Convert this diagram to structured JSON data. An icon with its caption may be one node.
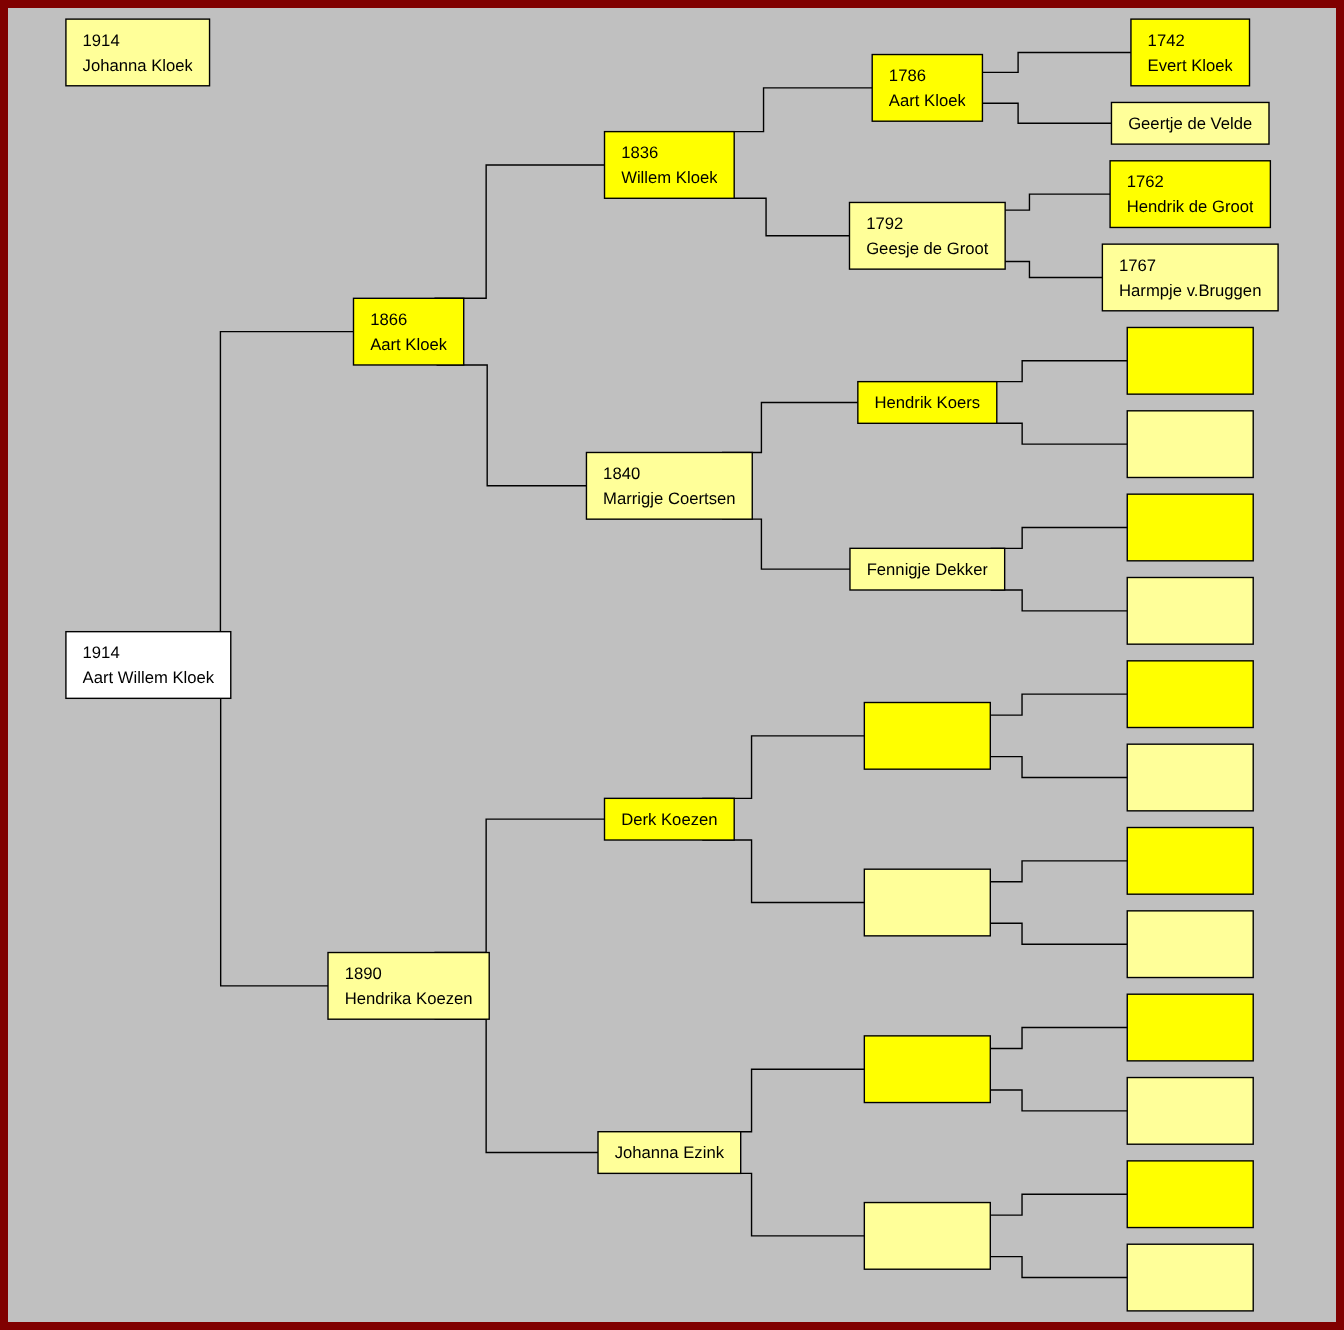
{
  "diagram": {
    "nodes": [
      {
        "text": [
          "1914",
          "Johanna Kloek"
        ]
      },
      {
        "text": [
          "1914",
          "Aart Willem Kloek"
        ]
      },
      {
        "text": [
          "1866",
          "Aart Kloek"
        ]
      },
      {
        "text": [
          "1890",
          "Hendrika Koezen"
        ]
      },
      {
        "text": [
          "1836",
          "Willem Kloek"
        ]
      },
      {
        "text": [
          "1840",
          "Marrigje Coertsen"
        ]
      },
      {
        "text": [
          "Derk Koezen"
        ]
      },
      {
        "text": [
          "Johanna Ezink"
        ]
      },
      {
        "text": [
          "1786",
          "Aart Kloek"
        ]
      },
      {
        "text": [
          "1792",
          "Geesje de Groot"
        ]
      },
      {
        "text": [
          "Hendrik Koers"
        ]
      },
      {
        "text": [
          "Fennigje Dekker"
        ]
      },
      {
        "text": [],
        "shape": "box"
      },
      {
        "text": [],
        "shape": "box"
      },
      {
        "text": [],
        "shape": "box"
      },
      {
        "text": [],
        "shape": "box"
      },
      {
        "text": [
          "1742",
          "Evert Kloek"
        ]
      },
      {
        "text": [
          "Geertje de Velde"
        ]
      },
      {
        "text": [
          "1762",
          "Hendrik de Groot"
        ]
      },
      {
        "text": [
          "1767",
          "Harmpje v.Bruggen"
        ]
      },
      {
        "text": [],
        "shape": "box"
      },
      {
        "text": [],
        "shape": "box"
      },
      {
        "text": [],
        "shape": "box"
      },
      {
        "text": [],
        "shape": "box"
      },
      {
        "text": [],
        "shape": "box"
      },
      {
        "text": [],
        "shape": "box"
      },
      {
        "text": [],
        "shape": "box"
      },
      {
        "text": [],
        "shape": "box"
      },
      {
        "text": [],
        "shape": "box"
      },
      {
        "text": [],
        "shape": "box"
      },
      {
        "text": [],
        "shape": "box"
      },
      {
        "text": [],
        "shape": "box"
      }
    ],
    "edges": [
      {
        "from": 1,
        "to": 2,
        "arrow": "none"
      },
      {
        "from": 1,
        "to": 3,
        "arrow": "none"
      },
      {
        "from": 2,
        "to": 4,
        "arrow": "none"
      },
      {
        "from": 2,
        "to": 5,
        "arrow": "none"
      },
      {
        "from": 3,
        "to": 6,
        "arrow": "none"
      },
      {
        "from": 3,
        "to": 7,
        "arrow": "none"
      },
      {
        "from": 4,
        "to": 8,
        "arrow": "none"
      },
      {
        "from": 4,
        "to": 9,
        "arrow": "none"
      },
      {
        "from": 5,
        "to": 10,
        "arrow": "none"
      },
      {
        "from": 5,
        "to": 11,
        "arrow": "none"
      },
      {
        "from": 6,
        "to": 12,
        "arrow": "none"
      },
      {
        "from": 6,
        "to": 13,
        "arrow": "none"
      },
      {
        "from": 7,
        "to": 14,
        "arrow": "none"
      },
      {
        "from": 7,
        "to": 15,
        "arrow": "none"
      },
      {
        "from": 8,
        "to": 16,
        "arrow": "none"
      },
      {
        "from": 8,
        "to": 17,
        "arrow": "none"
      },
      {
        "from": 9,
        "to": 18,
        "arrow": "none"
      },
      {
        "from": 9,
        "to": 19,
        "arrow": "none"
      },
      {
        "from": 10,
        "to": 20,
        "arrow": "none"
      },
      {
        "from": 10,
        "to": 21,
        "arrow": "none"
      },
      {
        "from": 11,
        "to": 22,
        "arrow": "none"
      },
      {
        "from": 11,
        "to": 23,
        "arrow": "none"
      },
      {
        "from": 12,
        "to": 24,
        "arrow": "none"
      },
      {
        "from": 12,
        "to": 25,
        "arrow": "none"
      },
      {
        "from": 13,
        "to": 26,
        "arrow": "none"
      },
      {
        "from": 13,
        "to": 27,
        "arrow": "none"
      },
      {
        "from": 14,
        "to": 28,
        "arrow": "none"
      },
      {
        "from": 14,
        "to": 29,
        "arrow": "none"
      },
      {
        "from": 15,
        "to": 30,
        "arrow": "none"
      },
      {
        "from": 15,
        "to": 31,
        "arrow": "none"
      }
    ]
  }
}
